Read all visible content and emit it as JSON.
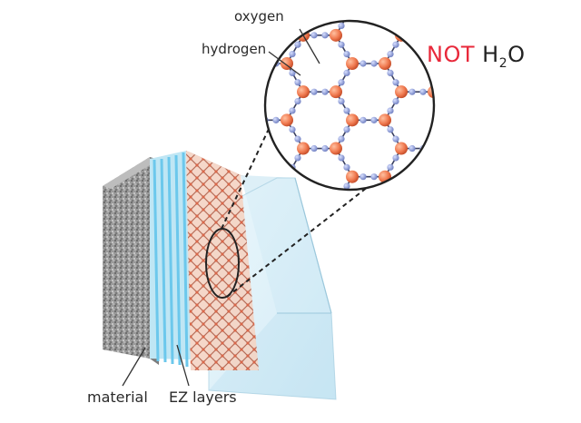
{
  "labels": {
    "oxygen": "oxygen",
    "hydrogen": "hydrogen",
    "not": "NOT",
    "h": "H",
    "sub2": "2",
    "o": "O",
    "material": "material",
    "ez_layers": "EZ layers"
  },
  "colors": {
    "not_text": "#e8283a",
    "oxygen_atom": "#f07a50",
    "hydrogen_atom": "#8090d0",
    "ez_layer": "#7fd0ee",
    "water_block": "#d4eef8",
    "material": "#8c8c8c"
  }
}
